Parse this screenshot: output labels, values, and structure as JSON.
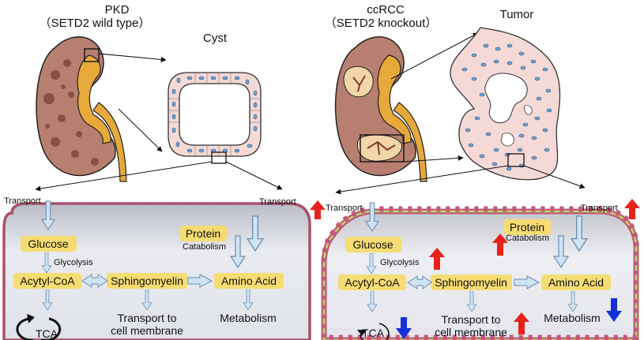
{
  "left": {
    "title": "PKD",
    "subtitle": "（SETD2 wild type）",
    "structure_label": "Cyst",
    "cell": {
      "transport_left": "Transport",
      "transport_right": "Transport",
      "glucose": "Glucose",
      "glycolysis": "Glycolysis",
      "acetyl": "Acytyl-CoA",
      "sphingo": "Sphingomyelin",
      "protein": "Protein",
      "catabolism": "Catabolism",
      "amino": "Amino Acid",
      "tca": "TCA",
      "to_membrane_1": "Transport to",
      "to_membrane_2": "cell membrane",
      "metabolism": "Metabolism"
    }
  },
  "right": {
    "title": "ccRCC",
    "subtitle": "（SETD2 knockout）",
    "structure_label": "Tumor",
    "cell": {
      "transport_left": "Transport",
      "transport_right": "Transport",
      "glucose": "Glucose",
      "glycolysis": "Glycolysis",
      "acetyl": "Acytyl-CoA",
      "sphingo": "Sphingomyelin",
      "protein": "Protein",
      "catabolism": "Catabolism",
      "amino": "Amino Acid",
      "tca": "TCA",
      "to_membrane_1": "Transport to",
      "to_membrane_2": "cell membrane",
      "metabolism": "Metabolism"
    }
  },
  "colors": {
    "up_arrow": "#e8211b",
    "down_arrow": "#1530d8",
    "pill": "#f6dc72",
    "flow_arrow": "#cfe3f5",
    "membrane_left": "#a8506a",
    "membrane_right_outer": "#c25a78",
    "membrane_right_inner": "#b5d86a",
    "kidney_cortex": "#b77f6f",
    "kidney_medulla": "#e6a93a"
  }
}
